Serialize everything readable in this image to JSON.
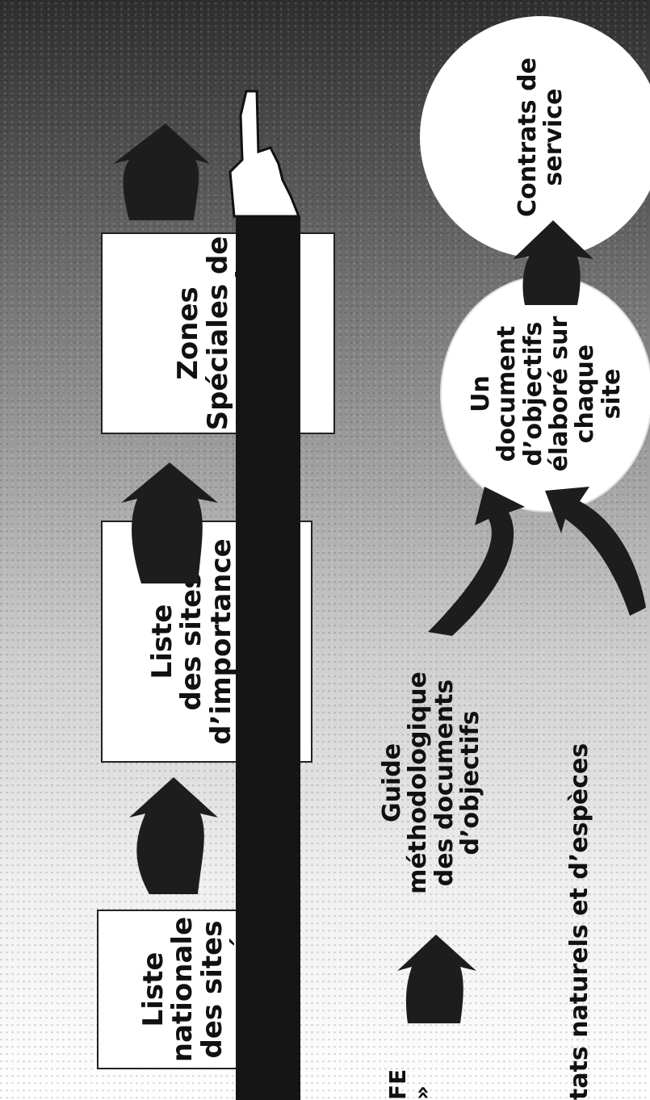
{
  "diagram": {
    "box_1": "Liste\nnationale\ndes sites\nproposés",
    "box_2": "Liste\ndes sites\nd’importance\ncommunautaire",
    "box_3": "Zones\nSpéciales de\nConservation",
    "circle_doc": "Un\ndocument\nd’objectifs\nélaboré sur\nchaque\nsite",
    "circle_contracts": "Contrats de\nservice",
    "guide": "Guide\nméthodologique\ndes documents\nd’objectifs",
    "bottom_fragment": "tats naturels et d’espèces",
    "left_fragment": "FE\n»"
  },
  "colors": {
    "ink": "#111111",
    "bar": "#151515",
    "box_fill": "#ffffff"
  }
}
